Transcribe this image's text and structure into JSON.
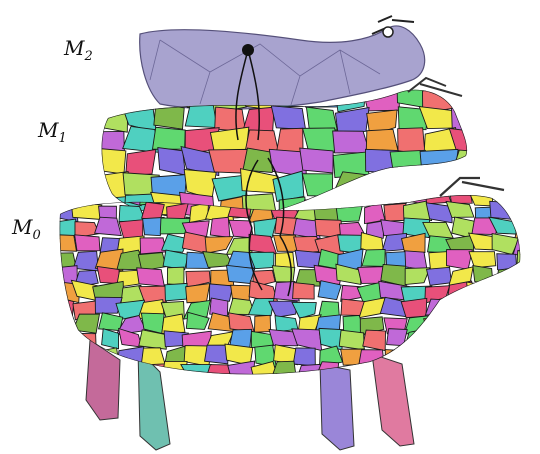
{
  "levels": [
    {
      "id": "m2",
      "base": "M",
      "sub": "2",
      "fill": "#a8a3cf",
      "stroke": "#55507a"
    },
    {
      "id": "m1",
      "base": "M",
      "sub": "1"
    },
    {
      "id": "m0",
      "base": "M",
      "sub": "0"
    }
  ],
  "patch_colors": [
    "#e8507a",
    "#4fd0c0",
    "#f2e84a",
    "#7fb84a",
    "#c069d8",
    "#5aa0e8",
    "#f0a040",
    "#e060c0",
    "#60d870",
    "#b0e060",
    "#8070e0",
    "#f07070"
  ]
}
